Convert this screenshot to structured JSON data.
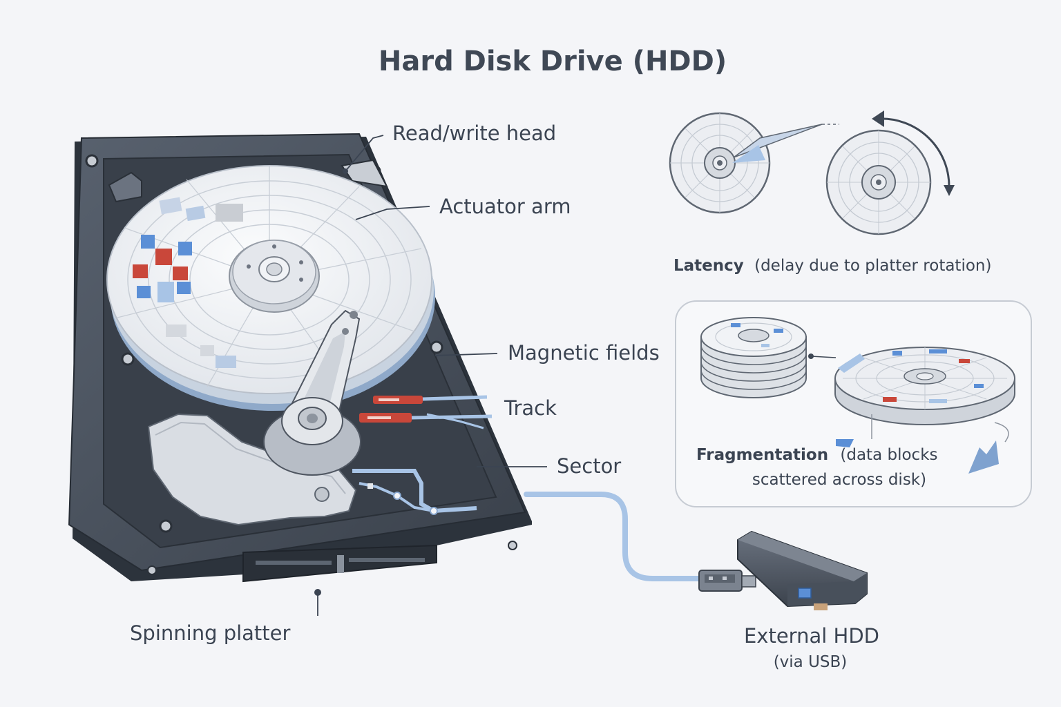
{
  "title": "Hard Disk Drive (HDD)",
  "labels": {
    "read_write_head": "Read/write head",
    "actuator_arm": "Actuator arm",
    "magnetic_fields": "Magnetic fields",
    "track": "Track",
    "sector": "Sector",
    "spinning_platter": "Spinning platter"
  },
  "latency": {
    "term": "Latency",
    "description": "(delay due to platter rotation)"
  },
  "fragmentation": {
    "term": "Fragmentation",
    "description_line1": "(data blocks",
    "description_line2": "scattered across disk)"
  },
  "external": {
    "title": "External HDD",
    "subtitle": "(via USB)"
  },
  "colors": {
    "background": "#f4f5f8",
    "casing": "#4a5360",
    "casing_dark": "#2f3640",
    "platter": "#eef0f3",
    "accent_blue": "#5b8fd6",
    "accent_red": "#c9473a",
    "cable_blue": "#a8c4e6"
  },
  "icons": [
    "hdd-casing-icon",
    "platter-icon",
    "actuator-arm-icon",
    "usb-plug-icon",
    "external-drive-icon",
    "rotation-arrow-icon",
    "disk-stack-icon"
  ]
}
